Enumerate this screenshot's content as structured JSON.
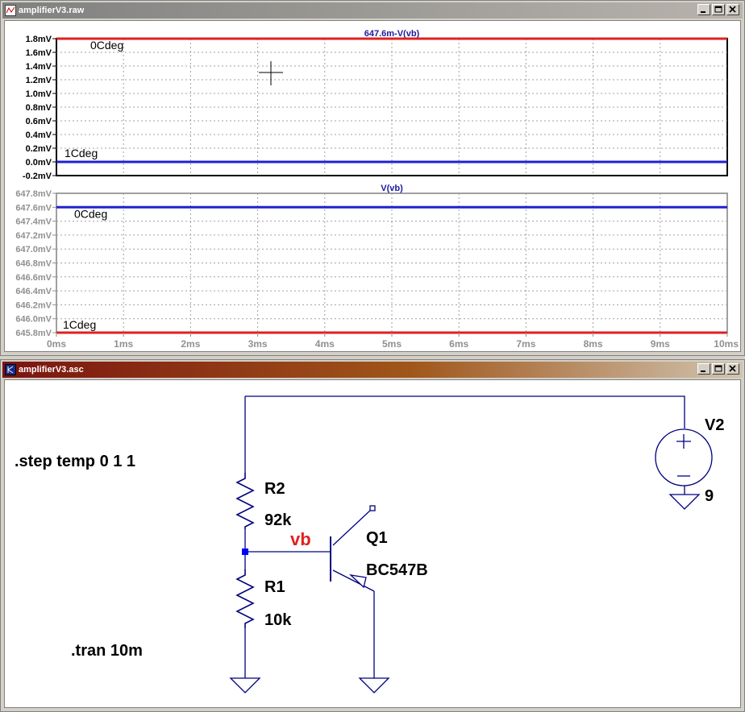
{
  "waveform_window": {
    "title": "amplifierV3.raw",
    "pane_top": {
      "trace_title": "647.6m-V(vb)",
      "y_ticks": [
        "1.8mV",
        "1.6mV",
        "1.4mV",
        "1.2mV",
        "1.0mV",
        "0.8mV",
        "0.6mV",
        "0.4mV",
        "0.2mV",
        "0.0mV",
        "-0.2mV"
      ],
      "step_labels": [
        "0Cdeg",
        "1Cdeg"
      ]
    },
    "pane_bottom": {
      "trace_title": "V(vb)",
      "y_ticks": [
        "647.8mV",
        "647.6mV",
        "647.4mV",
        "647.2mV",
        "647.0mV",
        "646.8mV",
        "646.6mV",
        "646.4mV",
        "646.2mV",
        "646.0mV",
        "645.8mV"
      ],
      "step_labels": [
        "0Cdeg",
        "1Cdeg"
      ]
    },
    "x_ticks": [
      "0ms",
      "1ms",
      "2ms",
      "3ms",
      "4ms",
      "5ms",
      "6ms",
      "7ms",
      "8ms",
      "9ms",
      "10ms"
    ],
    "colors": {
      "trace_0c_top": "#e02020",
      "trace_1c_top": "#2020d0",
      "trace_0c_bottom": "#2020d0",
      "trace_1c_bottom": "#e02020",
      "grid": "#a0a0a0"
    }
  },
  "chart_data": [
    {
      "type": "line",
      "title": "647.6m-V(vb)",
      "xlabel": "",
      "ylabel": "",
      "x": [
        0,
        10
      ],
      "xlim": [
        0,
        10
      ],
      "ylim": [
        -0.2,
        1.8
      ],
      "series": [
        {
          "name": "0Cdeg",
          "values": [
            1.8,
            1.8
          ]
        },
        {
          "name": "1Cdeg",
          "values": [
            0.0,
            0.0
          ]
        }
      ]
    },
    {
      "type": "line",
      "title": "V(vb)",
      "xlabel": "",
      "ylabel": "",
      "x": [
        0,
        10
      ],
      "xlim": [
        0,
        10
      ],
      "ylim": [
        645.8,
        647.8
      ],
      "series": [
        {
          "name": "0Cdeg",
          "values": [
            647.6,
            647.6
          ]
        },
        {
          "name": "1Cdeg",
          "values": [
            645.8,
            645.8
          ]
        }
      ]
    }
  ],
  "schematic_window": {
    "title": "amplifierV3.asc",
    "directives": {
      "step": ".step temp 0 1 1",
      "tran": ".tran 10m"
    },
    "components": {
      "r2": {
        "name": "R2",
        "value": "92k"
      },
      "r1": {
        "name": "R1",
        "value": "10k"
      },
      "q1": {
        "name": "Q1",
        "value": "BC547B"
      },
      "v2": {
        "name": "V2",
        "value": "9"
      }
    },
    "net_label": "vb",
    "colors": {
      "wire": "#000080",
      "net_label": "#e02020",
      "junction": "#0000ff"
    }
  }
}
